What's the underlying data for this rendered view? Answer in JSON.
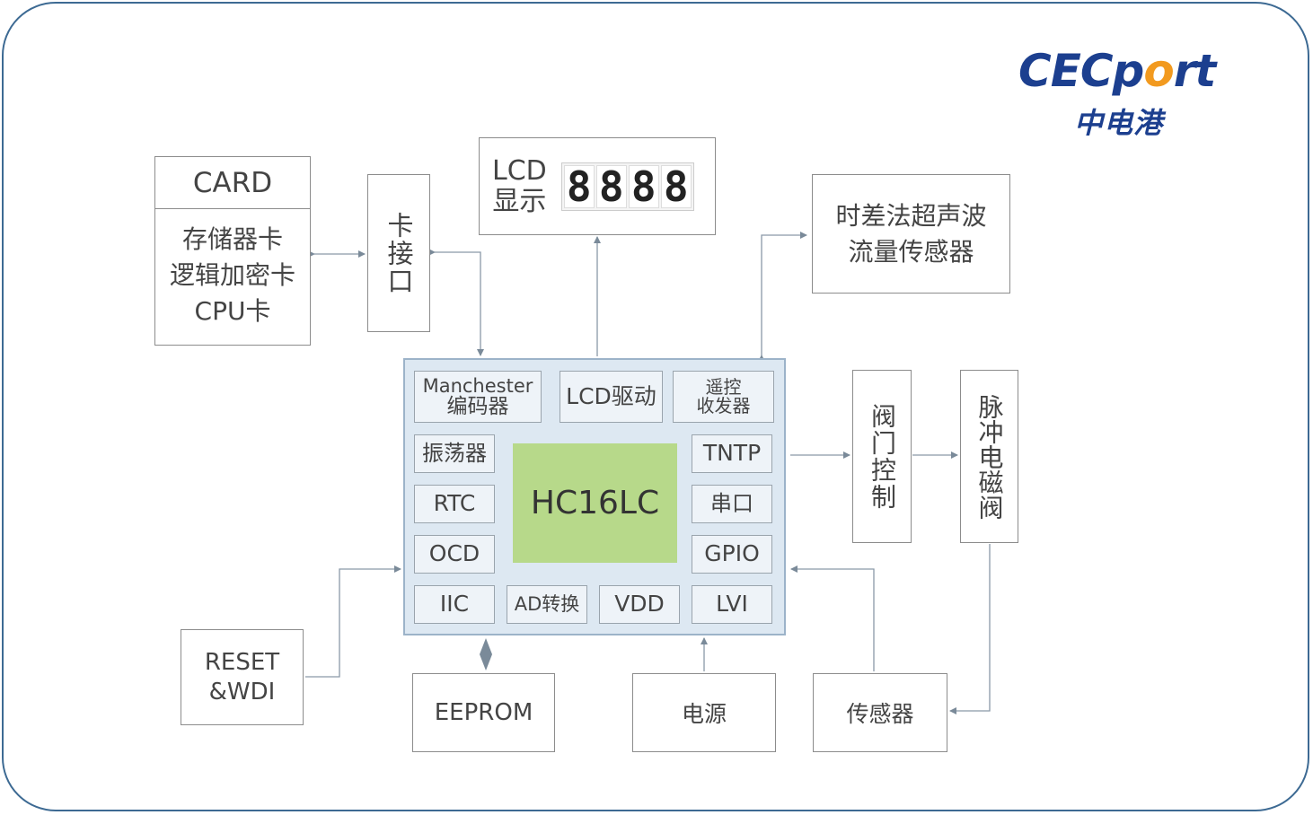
{
  "logo": {
    "en": "CECport",
    "cn": "中电港"
  },
  "card": {
    "header": "CARD",
    "lines": [
      "存储器卡",
      "逻辑加密卡",
      "CPU卡"
    ]
  },
  "card_port": "卡接口",
  "lcd_display": {
    "label_line1": "LCD",
    "label_line2": "显示",
    "digits": "8888"
  },
  "ultrasonic_sensor": {
    "line1": "时差法超声波",
    "line2": "流量传感器"
  },
  "valve_control": "阀门控制",
  "pulse_valve": "脉冲电磁阀",
  "mcu": {
    "core": "HC16LC",
    "manchester_line1": "Manchester",
    "manchester_line2": "编码器",
    "lcd_driver": "LCD驱动",
    "remote_line1": "遥控",
    "remote_line2": "收发器",
    "oscillator": "振荡器",
    "rtc": "RTC",
    "ocd": "OCD",
    "iic": "IIC",
    "adc": "AD转换",
    "vdd": "VDD",
    "lvi": "LVI",
    "tntp": "TNTP",
    "serial": "串口",
    "gpio": "GPIO"
  },
  "reset": {
    "line1": "RESET",
    "line2": "&WDI"
  },
  "eeprom": "EEPROM",
  "power": "电源",
  "sensor": "传感器",
  "colors": {
    "frame": "#3d6a93",
    "mcu_bg": "#dde8f2",
    "core": "#b7d98a",
    "logo": "#1c3f8f",
    "logo_o": "#f29a1f"
  }
}
